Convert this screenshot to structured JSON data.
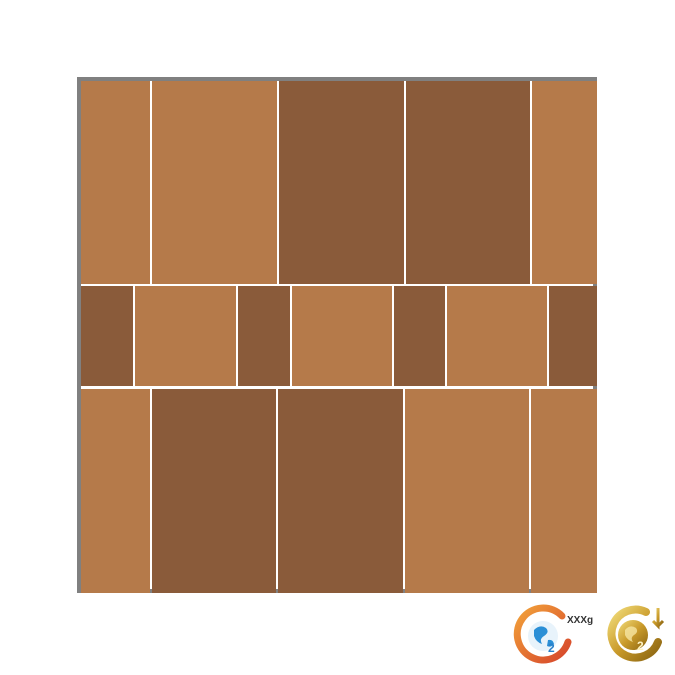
{
  "pattern": {
    "colors": {
      "light": "#b57a4a",
      "dark": "#8a5b3a",
      "border": "#808080",
      "joint": "#ffffff"
    },
    "rows": [
      {
        "name": "top-row",
        "tiles": [
          "light",
          "light",
          "dark",
          "dark",
          "light"
        ]
      },
      {
        "name": "middle-row",
        "tiles": [
          "dark",
          "light",
          "dark",
          "light",
          "dark",
          "light",
          "dark"
        ]
      },
      {
        "name": "bottom-row",
        "tiles": [
          "light",
          "dark",
          "dark",
          "light",
          "light"
        ]
      }
    ]
  },
  "badges": {
    "co2_label": "XXXg",
    "co2_icon": "co2-globe-icon",
    "gold_icon": "gold-co2-globe-icon"
  }
}
